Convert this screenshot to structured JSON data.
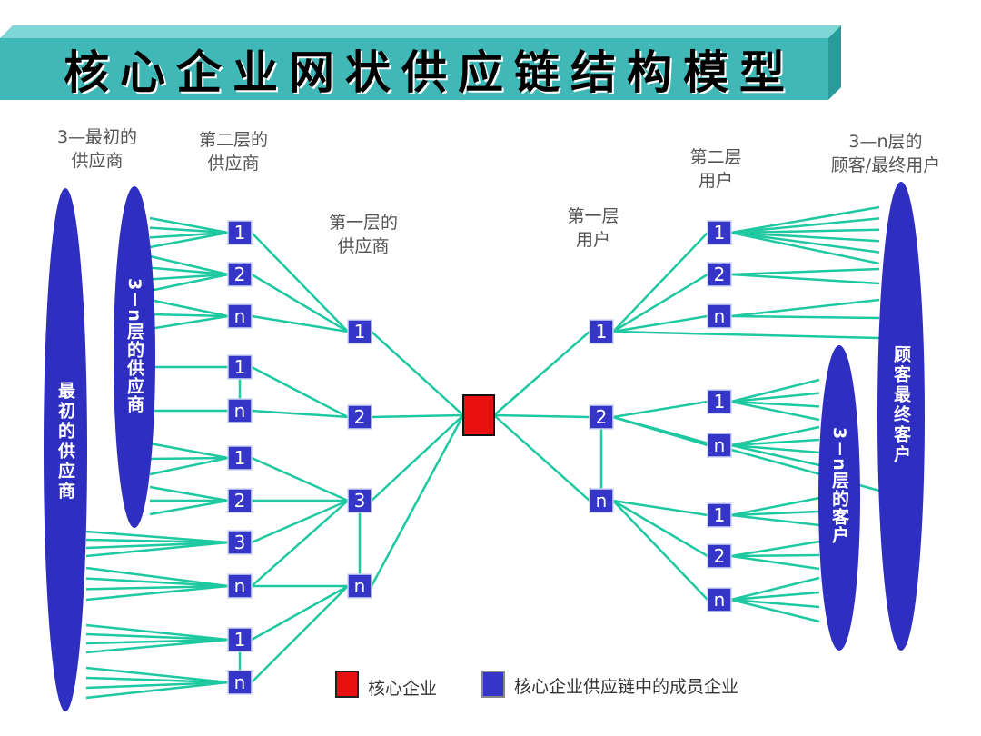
{
  "title": "核心企业网状供应链结构模型",
  "labels": {
    "tier3_suppliers": [
      "3—最初的",
      "供应商"
    ],
    "tier2_suppliers": [
      "第二层的",
      "供应商"
    ],
    "tier1_suppliers": [
      "第一层的",
      "供应商"
    ],
    "tier1_users": [
      "第一层",
      "用户"
    ],
    "tier2_users": [
      "第二层",
      "用户"
    ],
    "tierN_customers": [
      "3—n层的",
      "顾客/最终用户"
    ]
  },
  "ellipses": {
    "original_suppliers": "最初的供应商",
    "n_tier_suppliers": "3－n层的供应商",
    "final_customers": "顾客最终客户",
    "n_tier_customers": "3－n层的客户"
  },
  "nodes": {
    "supplier_tier2": [
      "1",
      "2",
      "n",
      "1",
      "n",
      "1",
      "2",
      "3",
      "n",
      "1",
      "n"
    ],
    "supplier_tier1": [
      "1",
      "2",
      "3",
      "n"
    ],
    "user_tier1": [
      "1",
      "2",
      "n"
    ],
    "user_tier2": [
      "1",
      "2",
      "n",
      "1",
      "n",
      "1",
      "2",
      "n"
    ]
  },
  "legend": {
    "core": "核心企业",
    "member": "核心企业供应链中的成员企业"
  },
  "colors": {
    "node": "#3535c8",
    "core": "#e81010",
    "line": "#1ec8a0",
    "ellipse": "#2e2ec0",
    "title_bar": "#40b8b8"
  }
}
